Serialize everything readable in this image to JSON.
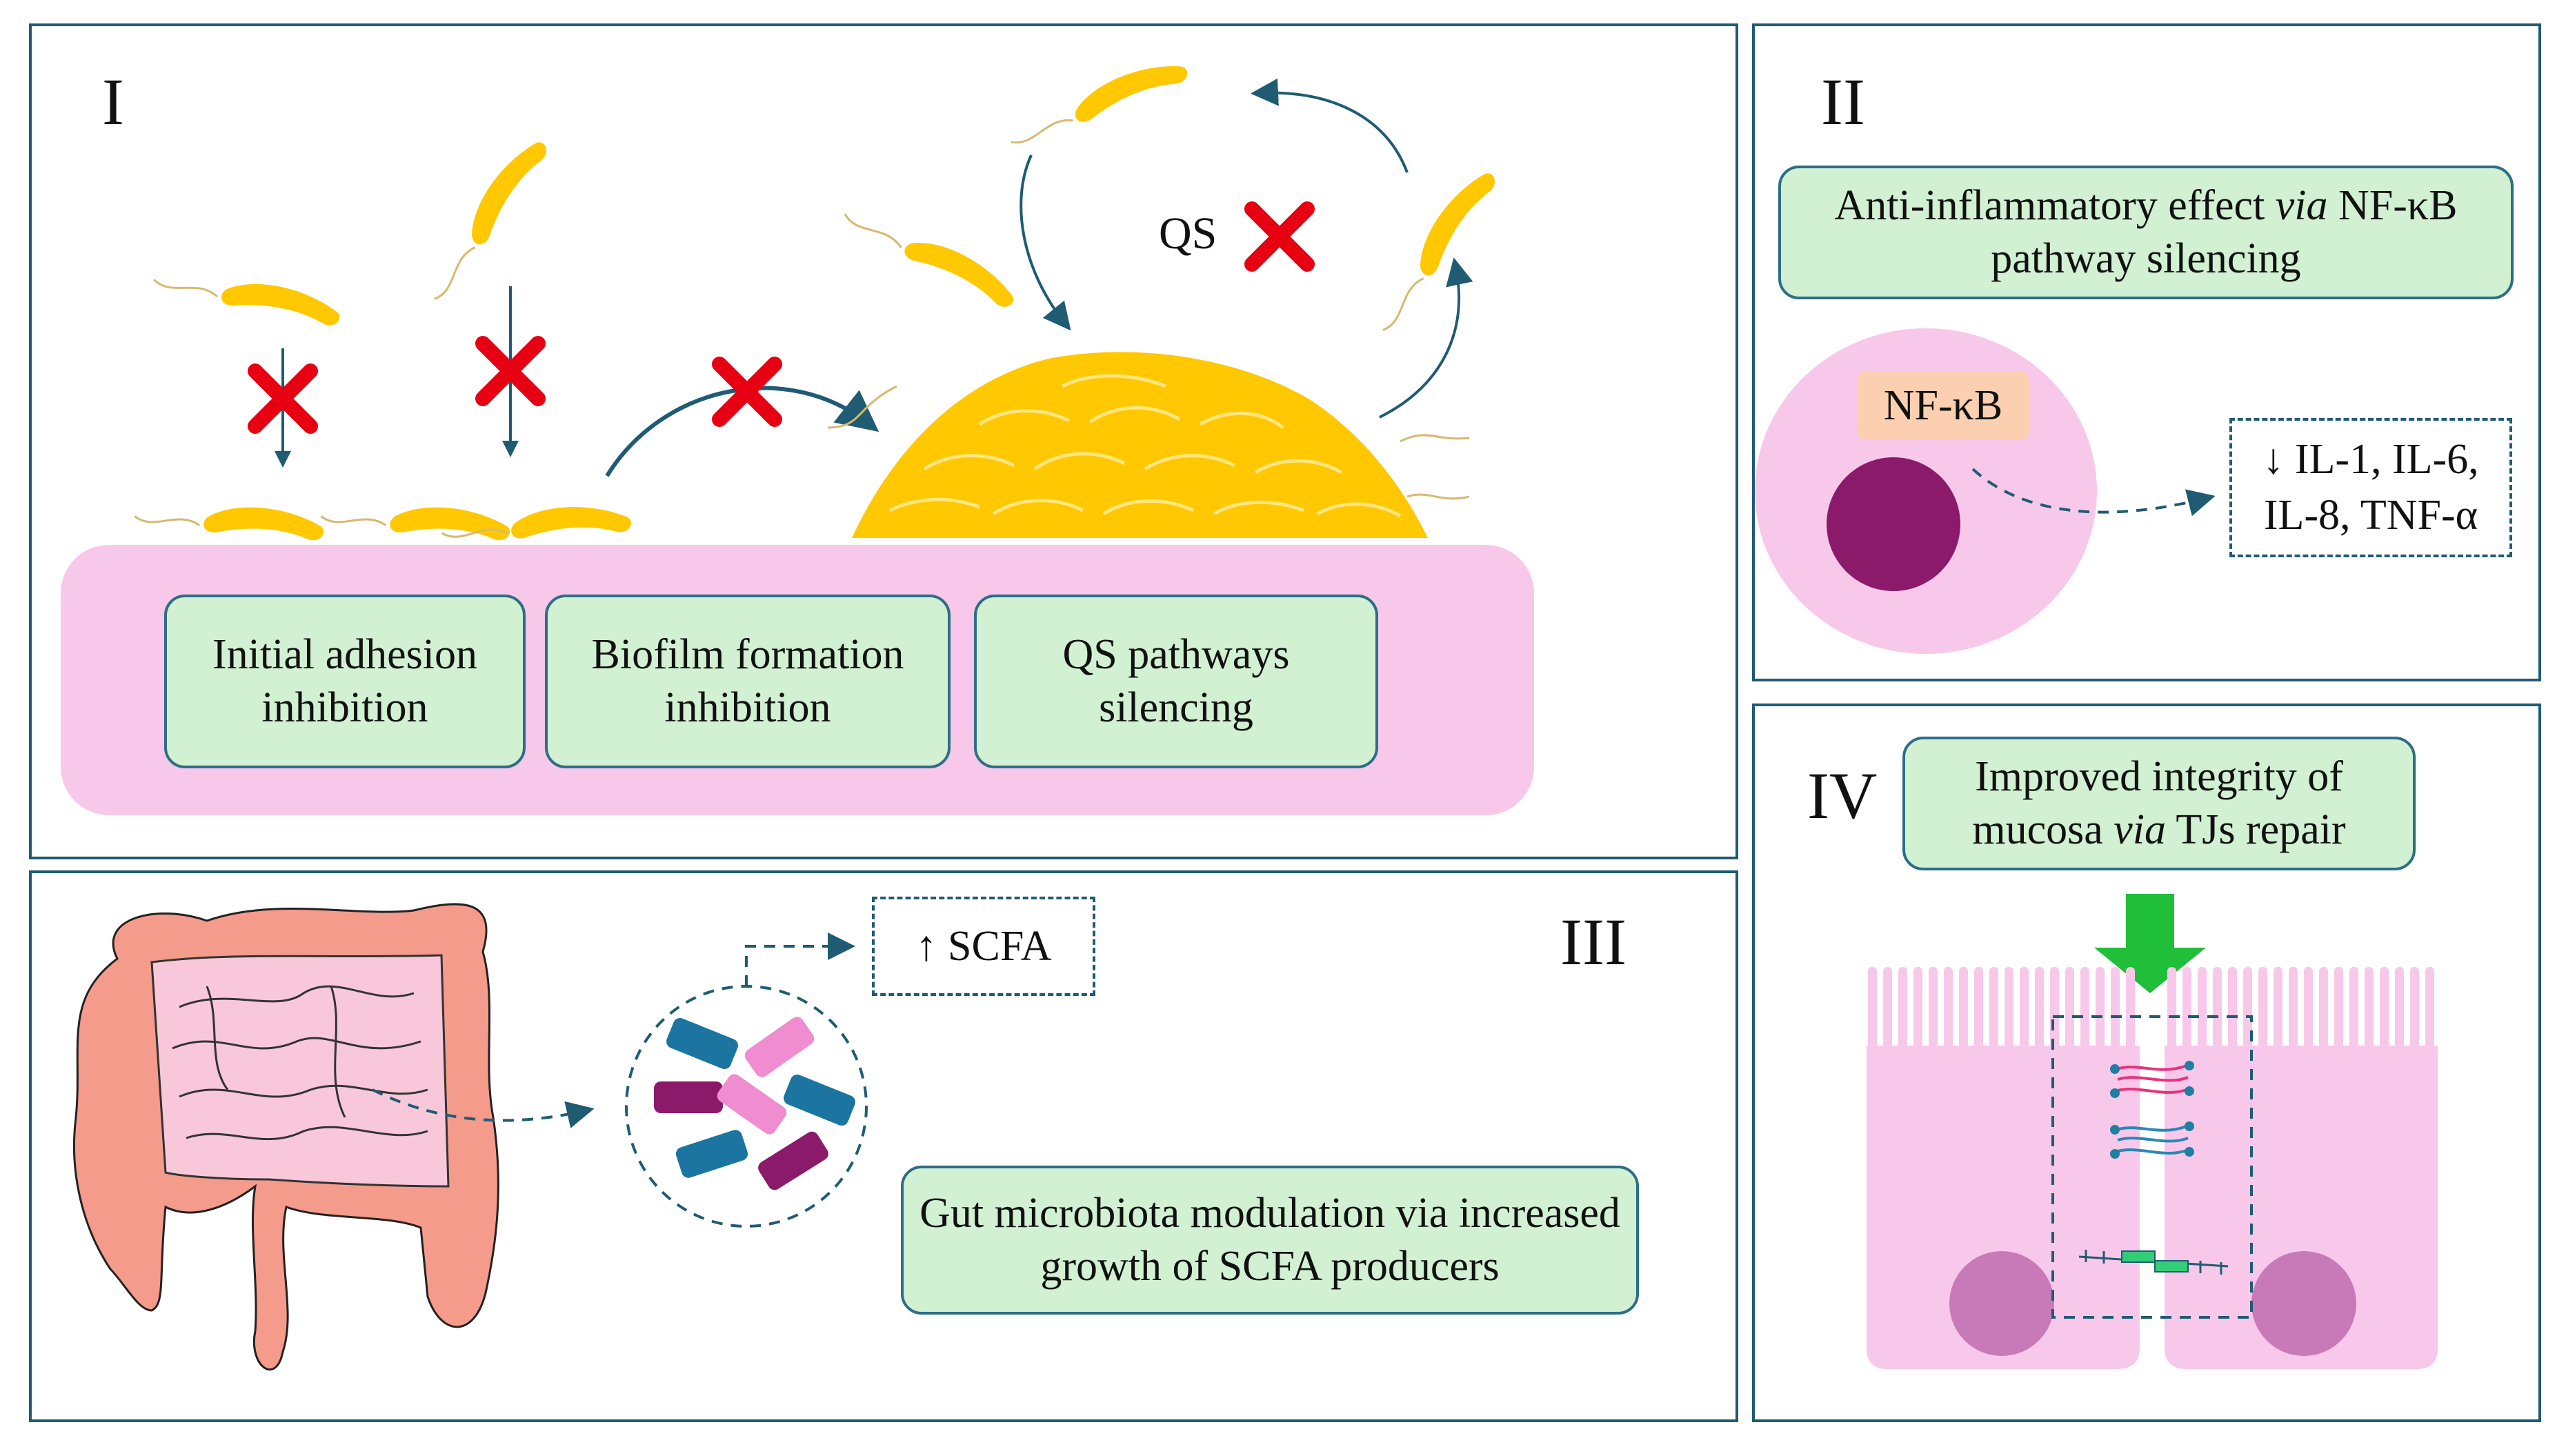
{
  "panels": {
    "p1": {
      "numeral": "I",
      "qs_label": "QS",
      "boxes": {
        "adhesion": "Initial adhesion inhibition",
        "biofilm": "Biofilm formation inhibition",
        "qs": "QS pathways silencing"
      }
    },
    "p2": {
      "numeral": "II",
      "title_part1": "Anti-inflammatory effect ",
      "title_via": "via",
      "title_part2": " NF-κB pathway silencing",
      "nfkb": "NF-κB",
      "cytokines_line1": "↓ IL-1, IL-6,",
      "cytokines_line2": "IL-8, TNF-α"
    },
    "p3": {
      "numeral": "III",
      "scfa": "↑ SCFA",
      "caption": "Gut microbiota modulation via increased growth of SCFA producers"
    },
    "p4": {
      "numeral": "IV",
      "title_part1": "Improved integrity of mucosa ",
      "title_via": "via",
      "title_part2": " TJs repair"
    }
  },
  "colors": {
    "border": "#1f5b73",
    "box_fill": "#d2f0d2",
    "mucosa": "#f8c8ea",
    "bacteria": "#ffc800",
    "cross": "#e60012",
    "nfkb_fill": "#fbcfb0",
    "nucleus": "#8b1a6a",
    "gut": "#f59b8c",
    "arrow_green": "#1fbf3a"
  }
}
